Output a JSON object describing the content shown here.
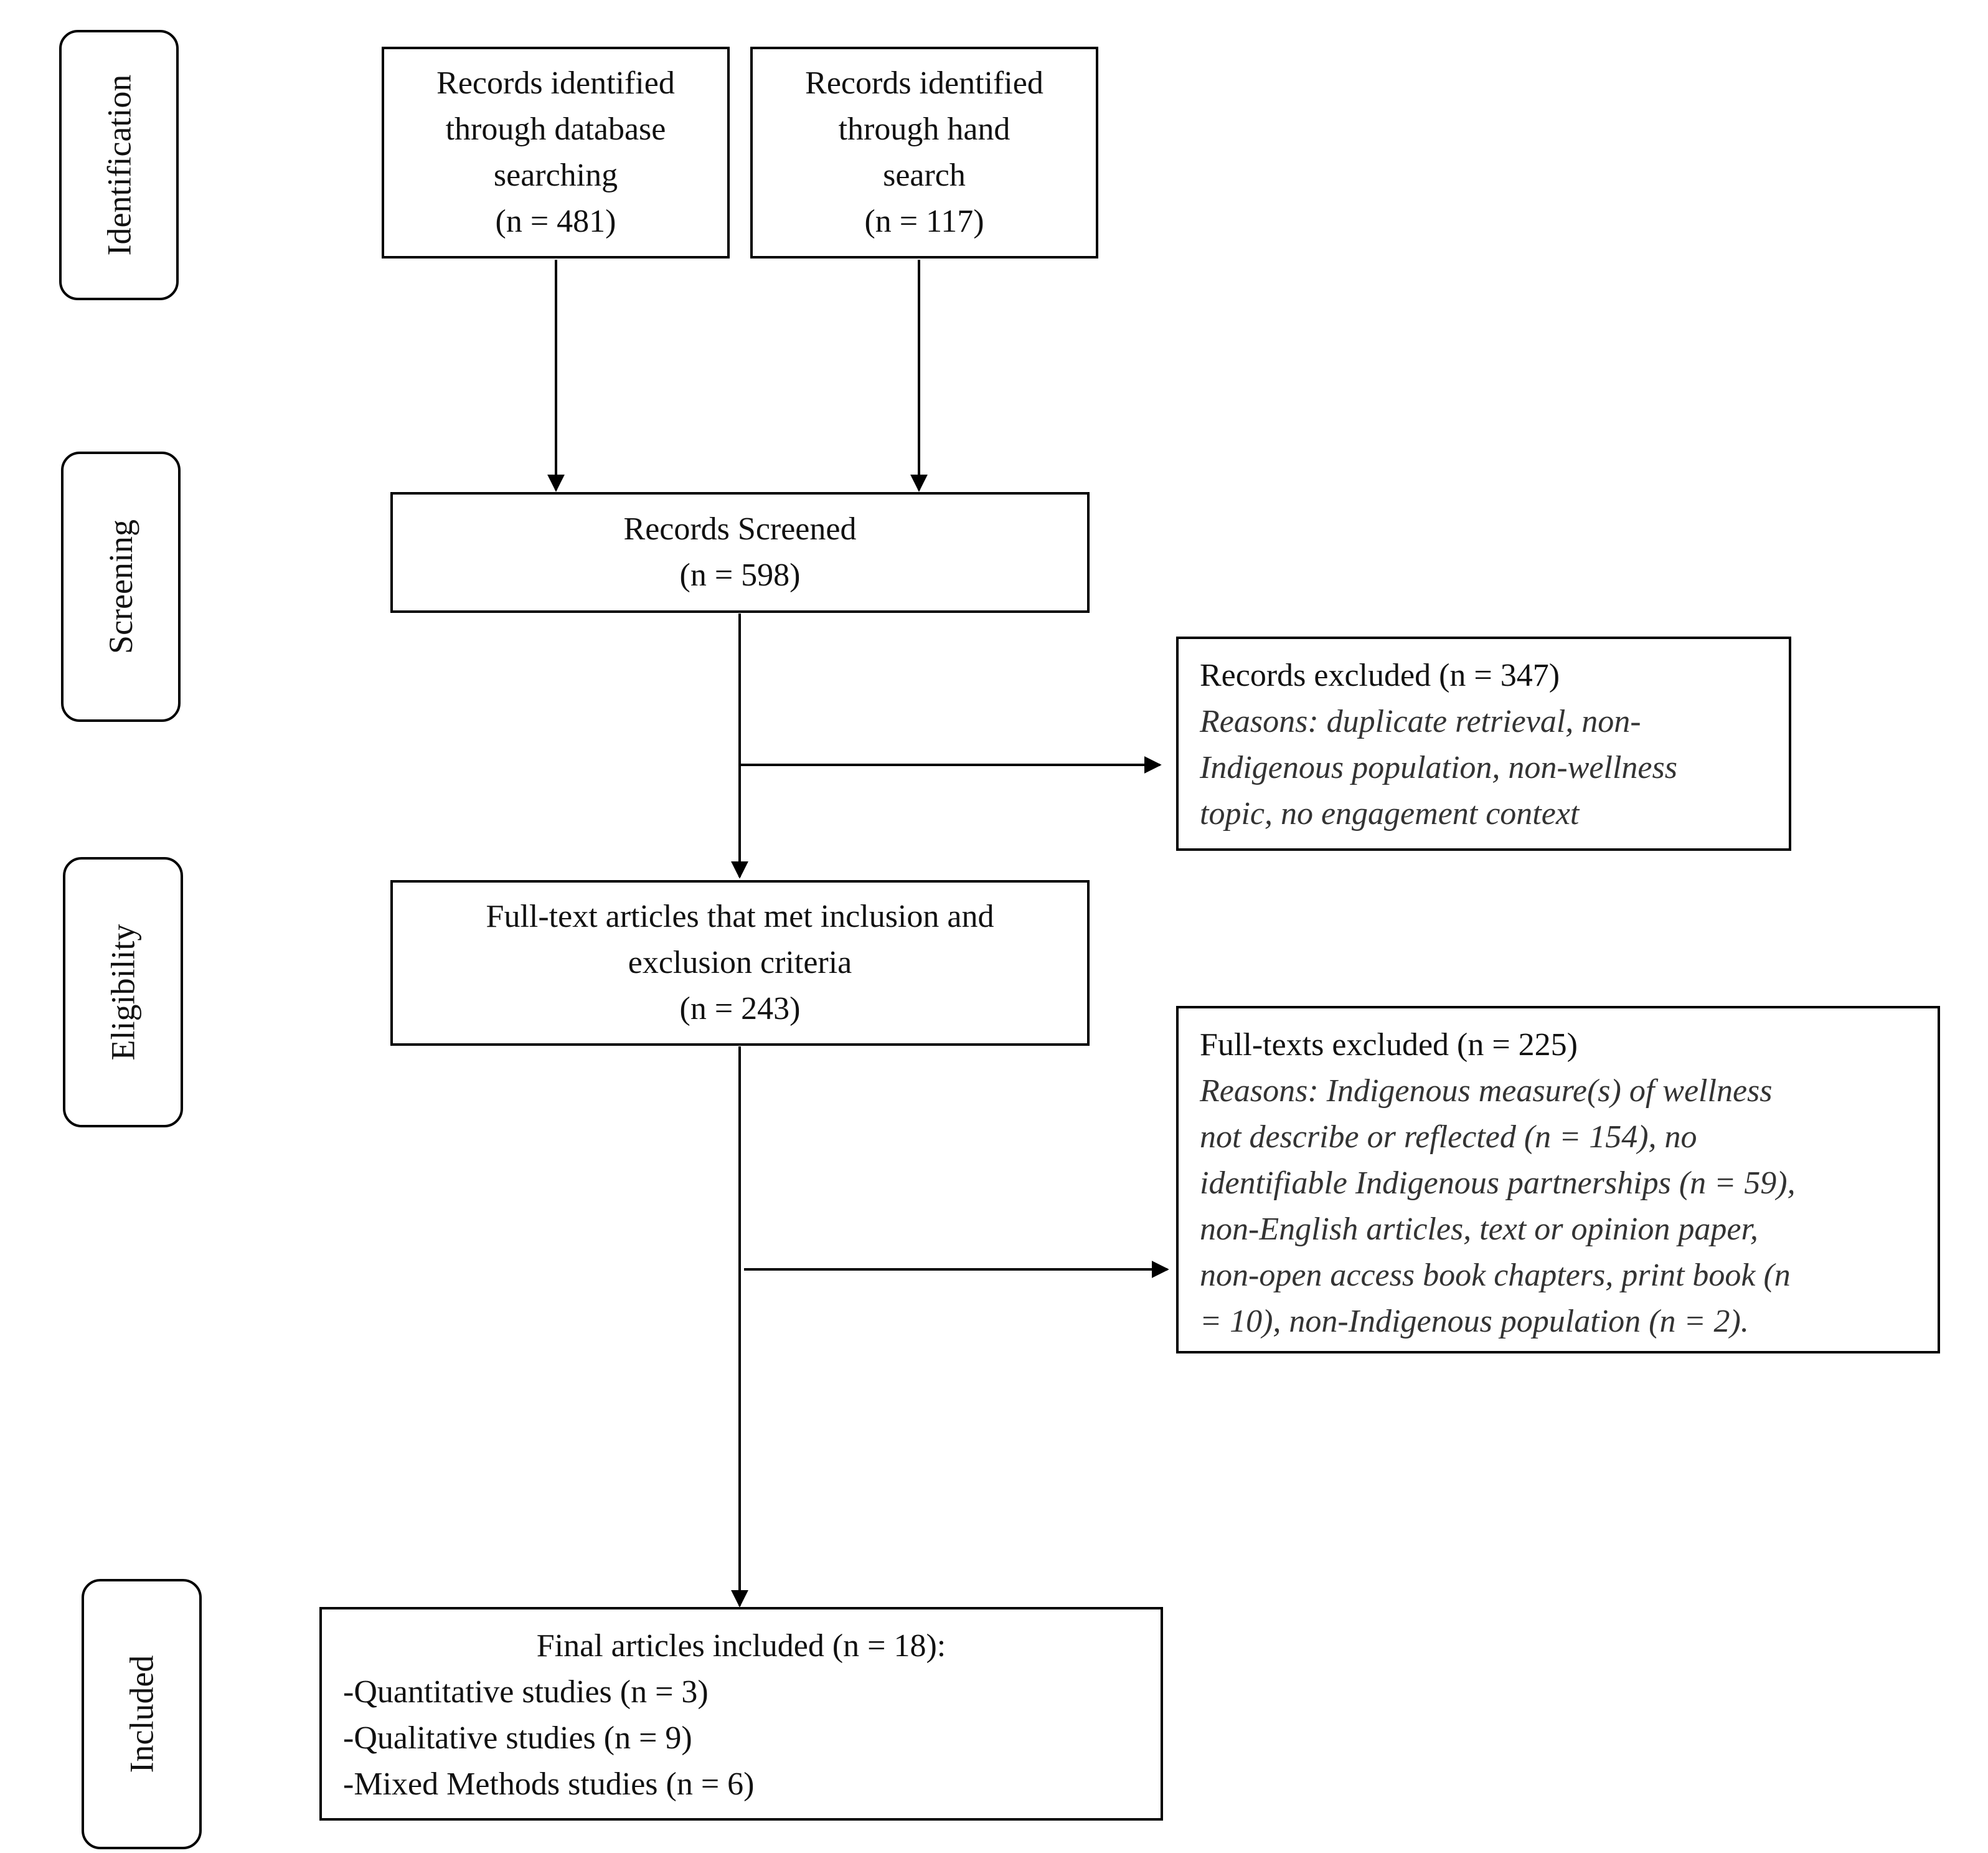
{
  "phases": [
    {
      "key": "identification",
      "label": "Identification"
    },
    {
      "key": "screening",
      "label": "Screening"
    },
    {
      "key": "eligibility",
      "label": "Eligibility"
    },
    {
      "key": "included",
      "label": "Included"
    }
  ],
  "boxes": {
    "database": {
      "lines": [
        "Records identified",
        "through database",
        "searching",
        "(n = 481)"
      ]
    },
    "hand": {
      "lines": [
        "Records identified",
        "through hand",
        "search",
        "(n = 117)"
      ]
    },
    "screened": {
      "lines": [
        "Records Screened",
        "(n = 598)"
      ]
    },
    "excluded_records": {
      "heading": "Records excluded (n = 347)",
      "reasons": [
        "Reasons: duplicate retrieval, non-",
        "Indigenous population, non-wellness",
        "topic, no engagement context"
      ]
    },
    "fulltext": {
      "lines": [
        "Full-text articles that met inclusion and",
        "exclusion criteria",
        "(n = 243)"
      ]
    },
    "excluded_fulltexts": {
      "heading": "Full-texts excluded (n = 225)",
      "reasons": [
        "Reasons: Indigenous measure(s) of wellness",
        "not describe or reflected (n = 154), no",
        "identifiable Indigenous partnerships (n = 59),",
        "non-English articles, text or opinion paper,",
        "non-open access book chapters, print book (n",
        "= 10), non-Indigenous population (n = 2)."
      ]
    },
    "final": {
      "heading": "Final articles included (n = 18):",
      "items": [
        "-Quantitative studies (n = 3)",
        "-Qualitative studies (n = 9)",
        "-Mixed Methods studies (n = 6)"
      ]
    }
  }
}
